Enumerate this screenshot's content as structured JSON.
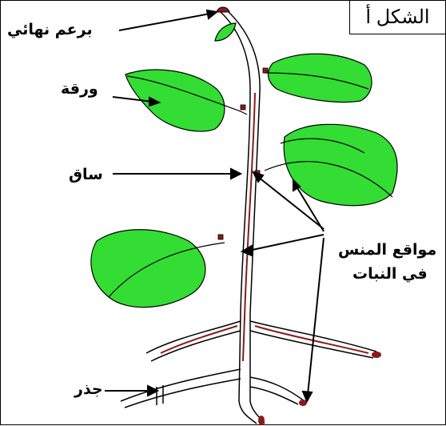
{
  "figure": {
    "label": "الشكل أ"
  },
  "labels": {
    "terminal_bud": "برعم نهائي",
    "leaf": "ورقة",
    "stem": "ساق",
    "meristem_line1": "مواقع المنس",
    "meristem_line2": "في النبات",
    "root": "جذر"
  },
  "colors": {
    "leaf_fill": "#33dd33",
    "meristem": "#8b1a1a",
    "outline": "#000000"
  }
}
